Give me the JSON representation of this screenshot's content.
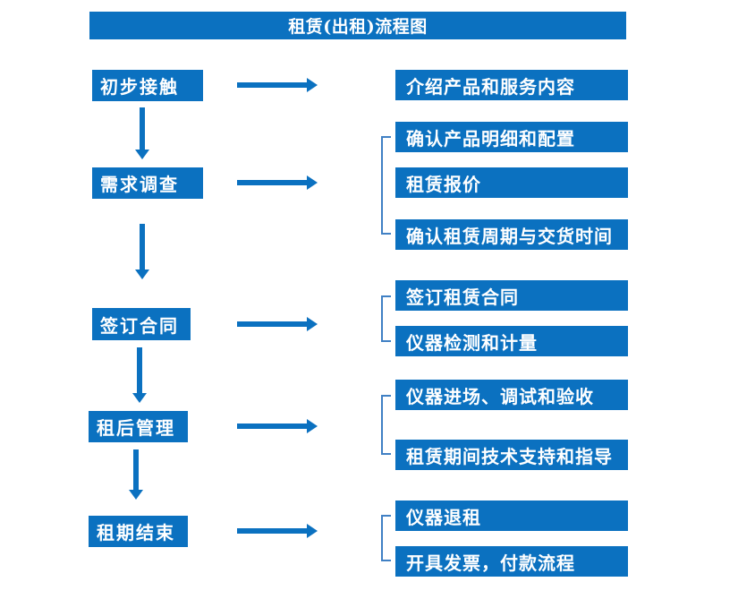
{
  "title": "租赁(出租)流程图",
  "colors": {
    "primary_blue": "#0b71c0",
    "bracket_blue": "#4080c4",
    "text_white": "#ffffff",
    "background": "#ffffff"
  },
  "stages": [
    {
      "label": "初步接触",
      "outputs": [
        "介绍产品和服务内容"
      ]
    },
    {
      "label": "需求调查",
      "outputs": [
        "确认产品明细和配置",
        "租赁报价",
        "确认租赁周期与交货时间"
      ]
    },
    {
      "label": "签订合同",
      "outputs": [
        "签订租赁合同",
        "仪器检测和计量"
      ]
    },
    {
      "label": "租后管理",
      "outputs": [
        "仪器进场、调试和验收",
        "租赁期间技术支持和指导"
      ]
    },
    {
      "label": "租期结束",
      "outputs": [
        "仪器退租",
        "开具发票，付款流程"
      ]
    }
  ]
}
